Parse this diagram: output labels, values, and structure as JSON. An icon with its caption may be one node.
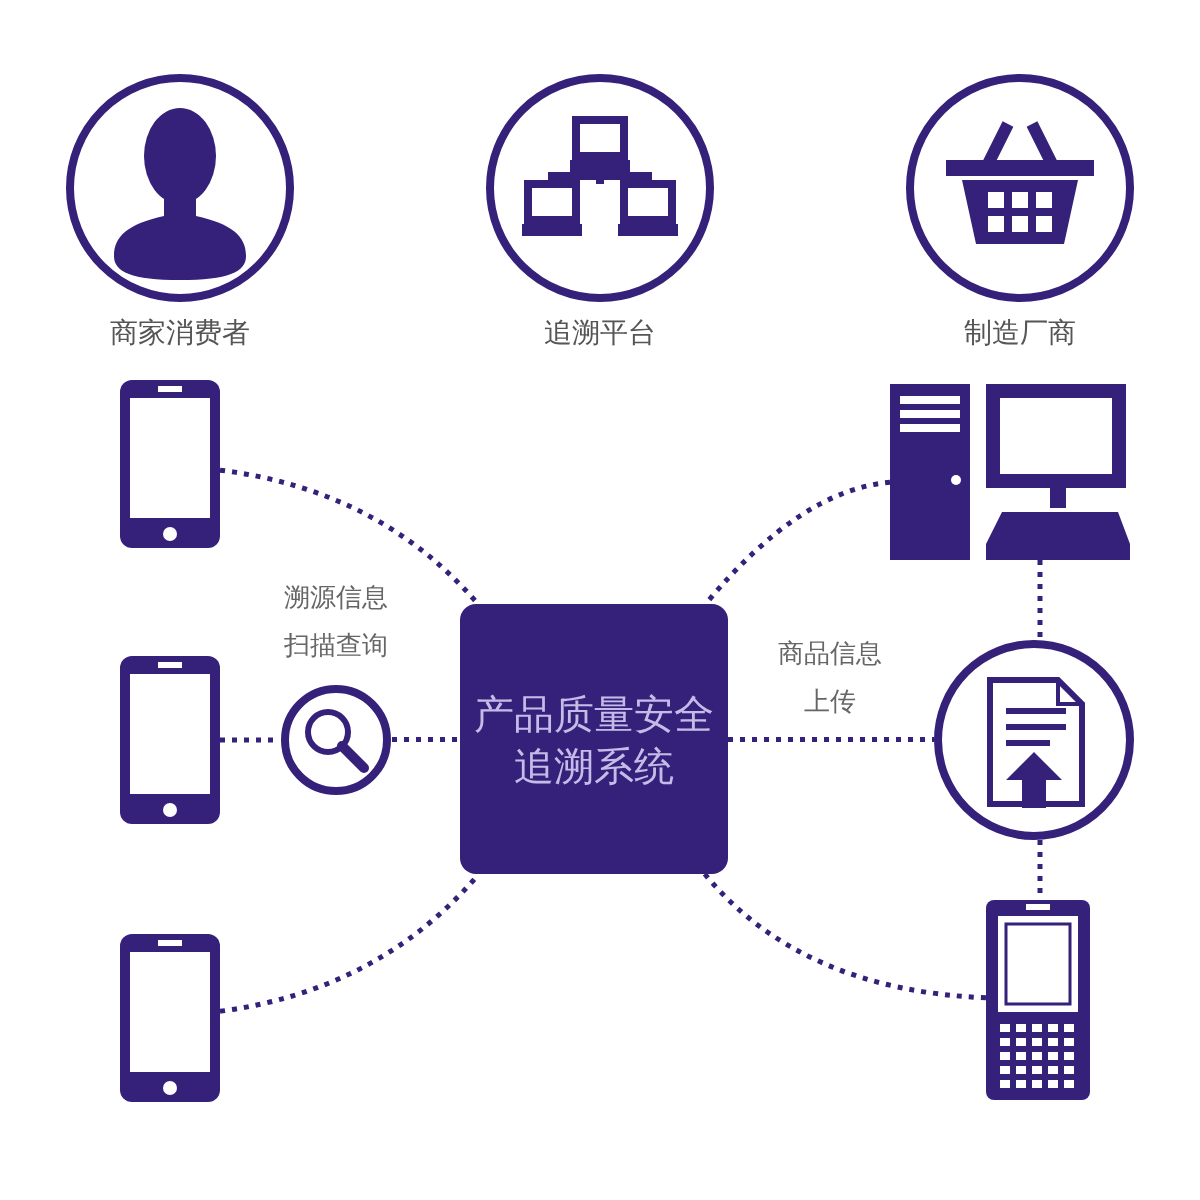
{
  "diagram": {
    "nodes": [
      {
        "text": [
          "商家消费者"
        ]
      },
      {
        "text": [
          "追溯平台"
        ]
      },
      {
        "text": [
          "制造厂商"
        ]
      },
      {
        "text": [],
        "shape": "phone"
      },
      {
        "text": [],
        "shape": "phone"
      },
      {
        "text": [],
        "shape": "phone"
      },
      {
        "text": [],
        "shape": "circle",
        "beside": [
          "溯源信息扫描查询"
        ]
      },
      {
        "text": [
          "产品质量安全追溯系统"
        ]
      },
      {
        "text": [],
        "shape": "computer"
      },
      {
        "text": [],
        "shape": "circle"
      },
      {
        "text": [],
        "shape": "phone"
      }
    ],
    "edges": [
      {
        "from": 3,
        "to": 7,
        "arrow": "none",
        "style": "dashed"
      },
      {
        "from": 4,
        "to": 6,
        "arrow": "none",
        "style": "dashed"
      },
      {
        "from": 6,
        "to": 7,
        "arrow": "none",
        "style": "dashed"
      },
      {
        "from": 5,
        "to": 7,
        "arrow": "none",
        "style": "dashed"
      },
      {
        "from": 8,
        "to": 7,
        "arrow": "none",
        "style": "dashed"
      },
      {
        "from": 7,
        "to": 9,
        "arrow": "none",
        "style": "dashed",
        "label": "商品信息上传"
      },
      {
        "from": 8,
        "to": 9,
        "arrow": "none",
        "style": "dashed"
      },
      {
        "from": 9,
        "to": 10,
        "arrow": "none",
        "style": "dashed"
      },
      {
        "from": 10,
        "to": 7,
        "arrow": "none",
        "style": "dashed"
      }
    ]
  }
}
